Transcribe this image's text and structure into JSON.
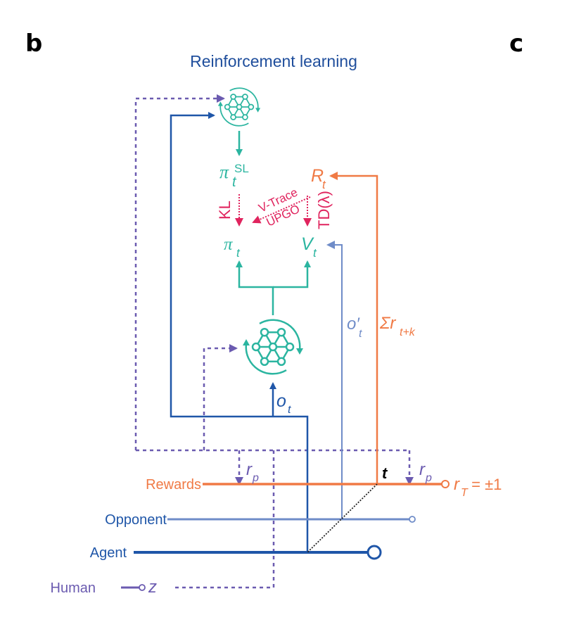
{
  "panel_labels": {
    "left": "b",
    "right": "c"
  },
  "title": "Reinforcement learning",
  "colors": {
    "agent": "#1f56a8",
    "opponent": "#6f8cc8",
    "rewards": "#f07a45",
    "human": "#6b5bb0",
    "network": "#2bb5a0",
    "losses": "#e0245e",
    "time_marker": "#000000"
  },
  "icons": {
    "network_top": "neural-network-icon",
    "network_bottom": "neural-network-icon"
  },
  "math": {
    "pi_sl": {
      "base": "π",
      "sub": "t",
      "sup": "SL"
    },
    "r_t": {
      "base": "R",
      "sub": "t"
    },
    "pi_t": {
      "base": "π",
      "sub": "t"
    },
    "v_t": {
      "base": "V",
      "sub": "t"
    },
    "o_t": {
      "base": "o",
      "sub": "t"
    },
    "o_prime_t": {
      "base": "o′",
      "sub": "t"
    },
    "sum_r": {
      "base": "Σr",
      "sub": "t+k"
    },
    "r_p_left": {
      "base": "r",
      "sub": "p"
    },
    "r_p_right": {
      "base": "r",
      "sub": "p"
    },
    "t_marker": "t",
    "r_T": {
      "base": "r",
      "sub": "T",
      "rest": " = ±1"
    },
    "z": "z"
  },
  "losses": {
    "kl": "KL",
    "vtrace": "V-Trace",
    "upgo": "UPGO",
    "td": "TD(λ)"
  },
  "streams": {
    "rewards": "Rewards",
    "opponent": "Opponent",
    "agent": "Agent",
    "human": "Human"
  }
}
